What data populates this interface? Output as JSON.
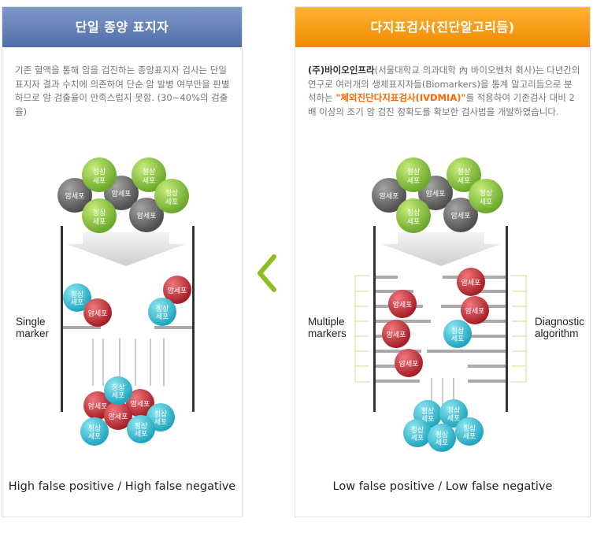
{
  "left": {
    "title": "단일 종양 표지자",
    "description": "기존 혈액을 통해 암을 검진하는 종양표지자 검사는 단일 표지자 결과 수치에 의존하여 단순 암 발병 여부만을 판별하므로 암 검출율이 만족스럽지 못함. (30~40%의 검출율)",
    "marker_label_1": "Single",
    "marker_label_2": "marker",
    "caption": "High false positive / High false negative"
  },
  "right": {
    "title": "다지표검사(진단알고리듬)",
    "description_company": "(주)바이오인프라",
    "description_part1": "(서울대학교 의과대학 內 바이오벤처 회사)는 다년간의 연구로 여러개의 생체표지자들(Biomarkers)을 통계 알고리듬으로 분석하는 ",
    "description_highlight": "\"체외진단다지표검사(IVDMIA)\"",
    "description_part2": "를 적용하여 기존검사 대비 2배 이상의 조기 암 검진 정확도를 확보한 검사법을 개발하였습니다.",
    "marker_label_1": "Multiple",
    "marker_label_2": "markers",
    "algo_label_1": "Diagnostic",
    "algo_label_2": "algorithm",
    "caption": "Low false positive / Low false negative"
  },
  "cells": {
    "normal_1": "정상",
    "normal_2": "세포",
    "cancer": "암세포"
  },
  "colors": {
    "normal_green": "#8cc63f",
    "cancer_gray": "#6d6d6d",
    "normal_cyan": "#3cc0d4",
    "cancer_red": "#c8323a",
    "arrow_green": "#8cc020"
  }
}
